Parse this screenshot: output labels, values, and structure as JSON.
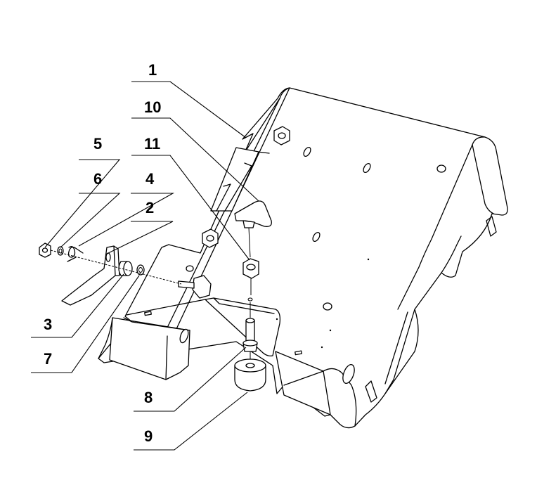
{
  "callouts": [
    {
      "id": "1",
      "label": "1"
    },
    {
      "id": "10",
      "label": "10"
    },
    {
      "id": "11",
      "label": "11"
    },
    {
      "id": "5",
      "label": "5"
    },
    {
      "id": "6",
      "label": "6"
    },
    {
      "id": "4",
      "label": "4"
    },
    {
      "id": "2",
      "label": "2"
    },
    {
      "id": "3",
      "label": "3"
    },
    {
      "id": "7",
      "label": "7"
    },
    {
      "id": "8",
      "label": "8"
    },
    {
      "id": "9",
      "label": "9"
    }
  ]
}
